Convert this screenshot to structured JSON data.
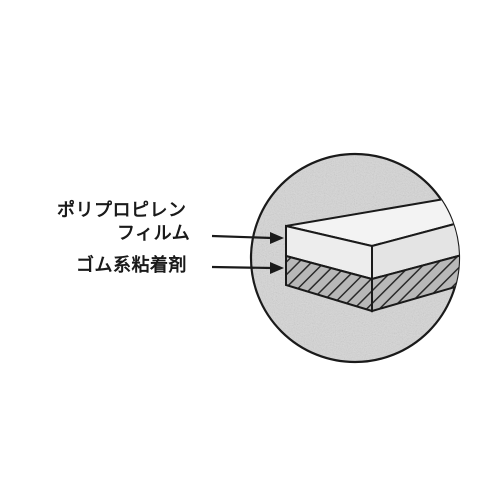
{
  "labels": {
    "film_line1": "ポリプロピレン",
    "film_line2": "フィルム",
    "adhesive": "ゴム系粘着剤"
  },
  "colors": {
    "ink": "#1a1a1a",
    "circle_fill": "#d9d9d9",
    "film_top": "#f4f4f4",
    "film_side": "#e6e6e6",
    "adhesive_fill": "#bdbdbd",
    "background": "#ffffff"
  }
}
